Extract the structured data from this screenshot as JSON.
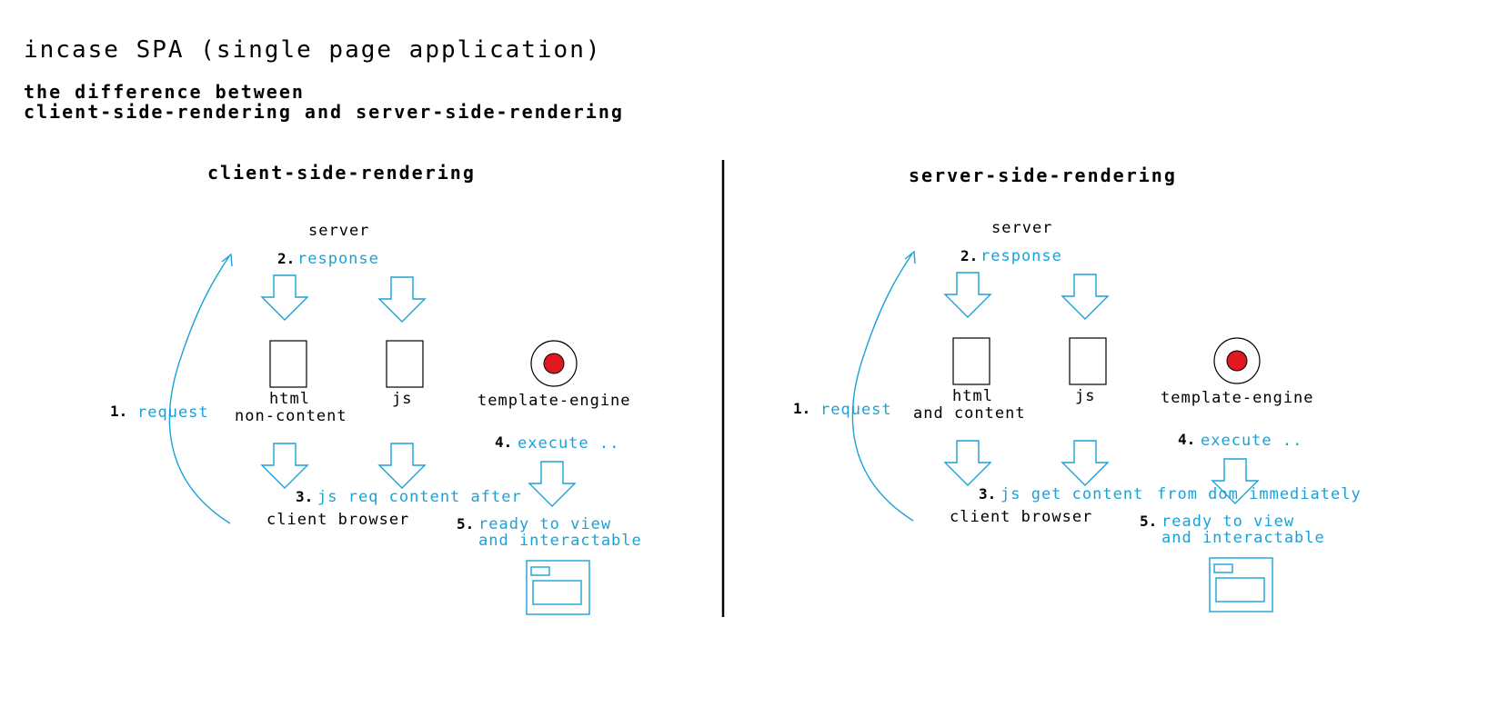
{
  "title": "incase SPA (single page application)",
  "subtitle_line1": "the difference between",
  "subtitle_line2": "client-side-rendering and server-side-rendering",
  "colors": {
    "accent": "#1ba1d8",
    "record": "#e0181f",
    "ink": "#000000"
  },
  "csr": {
    "heading": "client-side-rendering",
    "server": "server",
    "step2_num": "2.",
    "step2_text": "response",
    "html_label": "html",
    "html_sub": "non-content",
    "js_label": "js",
    "engine_label": "template-engine",
    "step1_num": "1.",
    "step1_text": "request",
    "step4_num": "4.",
    "step4_text": "execute ..",
    "step3_num": "3.",
    "step3_text": "js req content after",
    "browser_label": "client browser",
    "step5_num": "5.",
    "step5_line1": "ready to view",
    "step5_line2": "and interactable"
  },
  "ssr": {
    "heading": "server-side-rendering",
    "server": "server",
    "step2_num": "2.",
    "step2_text": "response",
    "html_label": "html",
    "html_sub": "and content",
    "js_label": "js",
    "engine_label": "template-engine",
    "step1_num": "1.",
    "step1_text": "request",
    "step4_num": "4.",
    "step4_text": "execute ..",
    "step3_num": "3.",
    "step3_text": "js get content",
    "step3_text2": "from dom immediately",
    "browser_label": "client browser",
    "step5_num": "5.",
    "step5_line1": "ready to view",
    "step5_line2": "and interactable"
  },
  "icons": {
    "down_arrow": "down-arrow-icon",
    "document": "document-icon",
    "record": "record-button-icon",
    "browser_window": "browser-window-icon"
  }
}
